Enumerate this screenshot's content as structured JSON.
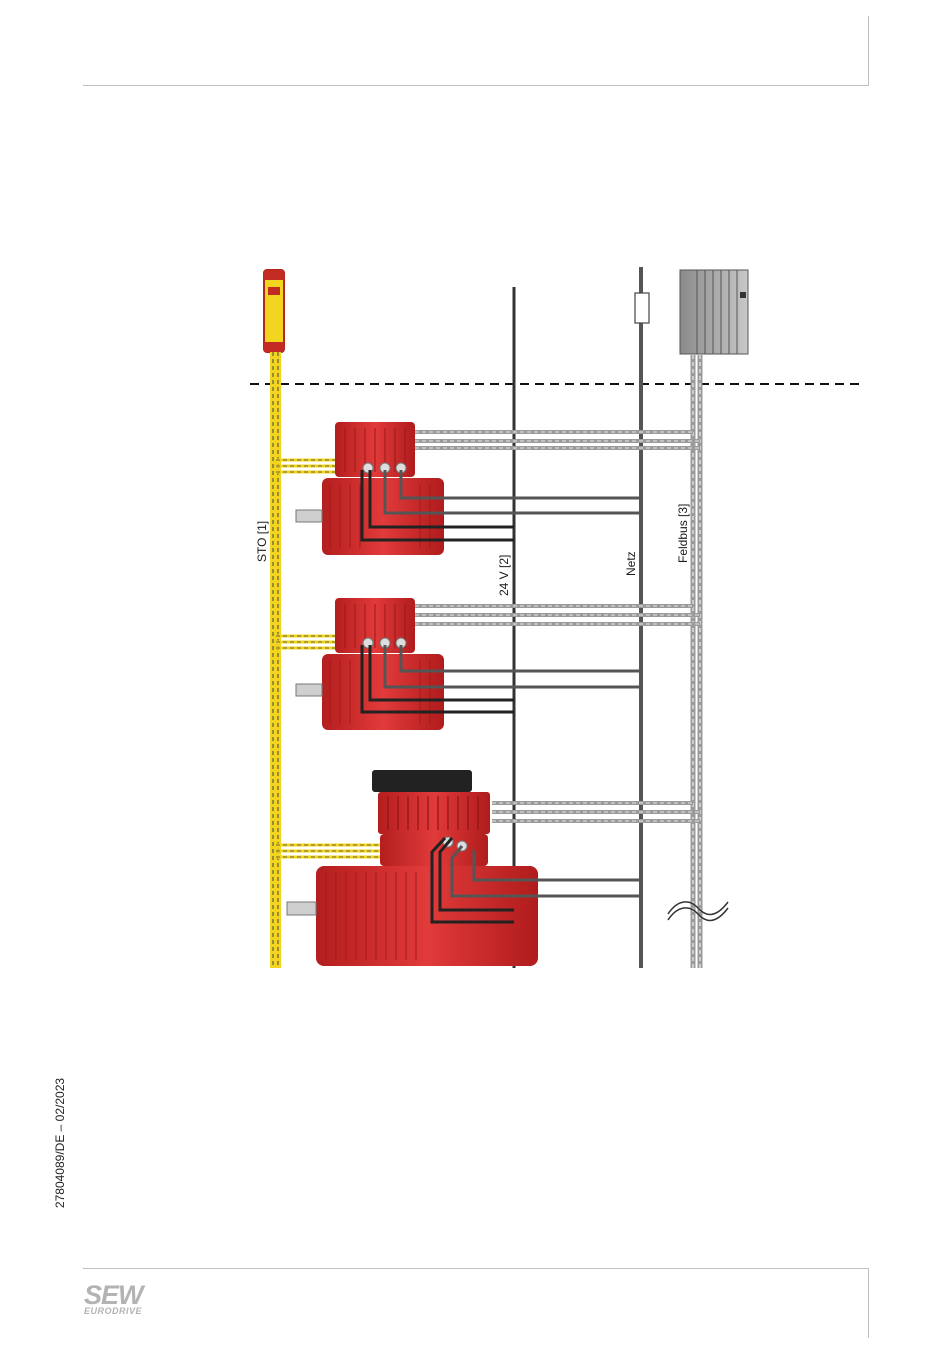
{
  "labels": {
    "sto": "STO [1]",
    "v24": "24 V [2]",
    "netz": "Netz",
    "feldbus": "Feldbus [3]"
  },
  "footer": {
    "doc_ref": "27804089/DE – 02/2023",
    "logo_main": "SEW",
    "logo_sub": "EURODRIVE"
  },
  "colors": {
    "motor_red": "#d42a2a",
    "sto_yellow": "#f2d51e",
    "cable_gray": "#555555",
    "cable_light": "#9a9a9a"
  },
  "icons": [
    "safety-relay-icon",
    "fuse-icon",
    "plc-icon",
    "motor-icon",
    "break-symbol-icon"
  ]
}
